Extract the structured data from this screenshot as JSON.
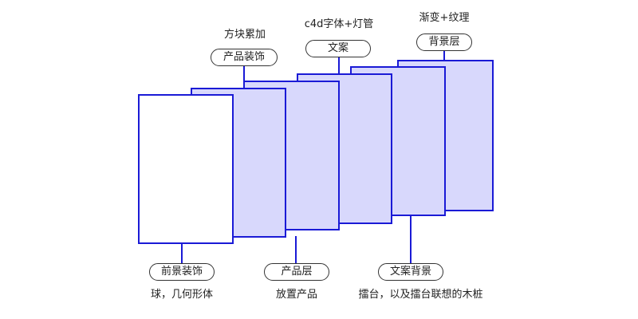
{
  "colors": {
    "stroke": "#1a1ad6",
    "fill": "#d8d8fc",
    "front_fill": "#ffffff",
    "pill_border": "#333333"
  },
  "top_labels": [
    {
      "pill": "产品装饰",
      "caption": "方块累加"
    },
    {
      "pill": "文案",
      "caption": "c4d字体+灯管"
    },
    {
      "pill": "背景层",
      "caption": "渐变+纹理"
    }
  ],
  "bottom_labels": [
    {
      "pill": "前景装饰",
      "caption": "球，几何形体"
    },
    {
      "pill": "产品层",
      "caption": "放置产品"
    },
    {
      "pill": "文案背景",
      "caption": "擂台，以及擂台联想的木桩"
    }
  ]
}
